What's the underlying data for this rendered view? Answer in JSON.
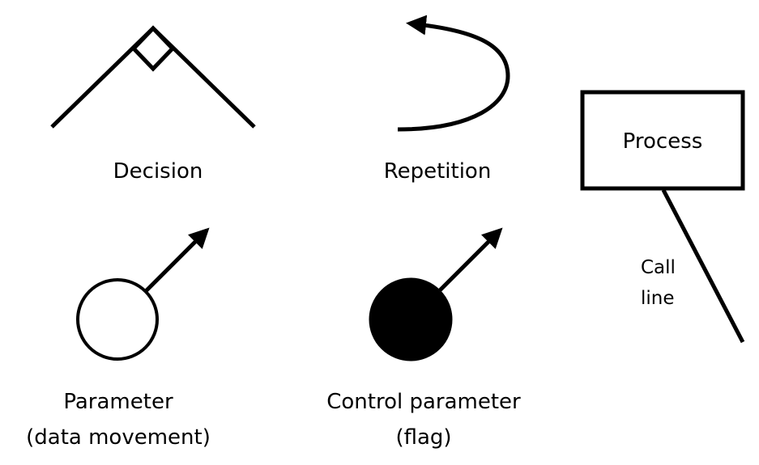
{
  "colors": {
    "stroke": "#000000",
    "background": "#ffffff",
    "fill_flag": "#000000"
  },
  "symbols": {
    "decision": {
      "label": "Decision"
    },
    "repetition": {
      "label": "Repetition"
    },
    "process": {
      "label": "Process"
    },
    "call_line": {
      "label_line1": "Call",
      "label_line2": "line"
    },
    "parameter": {
      "label_line1": "Parameter",
      "label_line2": "(data movement)"
    },
    "control_parameter": {
      "label_line1": "Control parameter",
      "label_line2": "(flag)"
    }
  }
}
